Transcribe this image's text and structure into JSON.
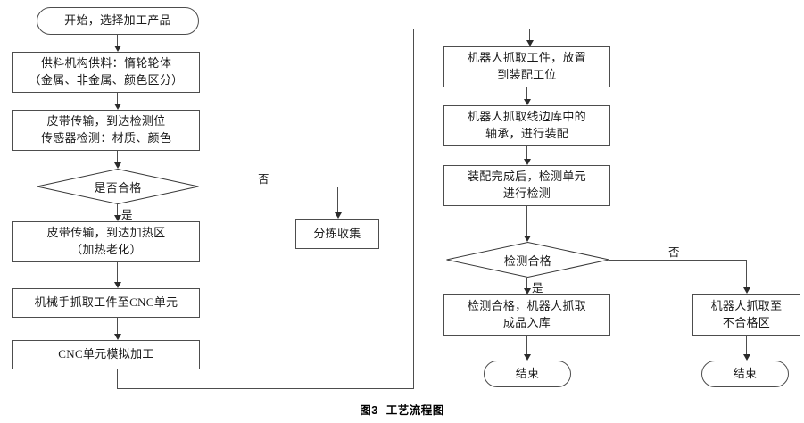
{
  "figure": {
    "caption_number": "图3",
    "caption_text": "工艺流程图"
  },
  "flowchart": {
    "left_column": {
      "start": "开始，选择加工产品",
      "feeding": "供料机构供料：惰轮轮体\n（金属、非金属、颜色区分）",
      "belt_detect": "皮带传输，到达检测位\n传感器检测：材质、颜色",
      "decision_qualified": "是否合格",
      "belt_heat": "皮带传输，到达加热区\n（加热老化）",
      "manipulator_cnc": "机械手抓取工件至CNC单元",
      "cnc_process": "CNC单元模拟加工",
      "sorting_collect": "分拣收集"
    },
    "right_column": {
      "robot_place": "机器人抓取工件，放置\n到装配工位",
      "robot_bearing": "机器人抓取线边库中的\n轴承，进行装配",
      "inspect_unit": "装配完成后，检测单元\n进行检测",
      "decision_inspect": "检测合格",
      "qualified_store": "检测合格，机器人抓取\n成品入库",
      "reject_area": "机器人抓取至\n不合格区",
      "end_main": "结束",
      "end_reject": "结束"
    },
    "edge_labels": {
      "qualified_no": "否",
      "qualified_yes": "是",
      "inspect_no": "否",
      "inspect_yes": "是"
    },
    "colors": {
      "border": "#4d4d4d",
      "arrow": "#2b2b2b",
      "background": "#ffffff",
      "text": "#1a1a1a"
    }
  }
}
